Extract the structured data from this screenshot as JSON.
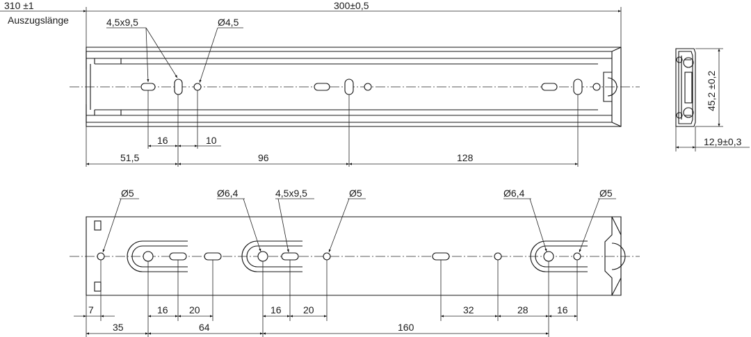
{
  "drawing": {
    "extension_value": "310 ±1",
    "extension_label": "Auszugslänge",
    "length": "300±0,5",
    "top_callouts": {
      "slot": "4,5x9,5",
      "hole": "Ø4,5"
    },
    "top_dims": {
      "d16": "16",
      "d10": "10",
      "d51": "51,5",
      "d96": "96",
      "d128": "128"
    },
    "side_dims": {
      "height": "45,2 ±0,2",
      "width": "12,9±0,3"
    },
    "bottom_callouts": {
      "c1": "Ø5",
      "c2": "Ø6,4",
      "c3": "4,5x9,5",
      "c4": "Ø5",
      "c5": "Ø6,4",
      "c6": "Ø5"
    },
    "bottom_dims": {
      "d7": "7",
      "d16a": "16",
      "d20a": "20",
      "d16b": "16",
      "d20b": "20",
      "d32": "32",
      "d28": "28",
      "d16c": "16",
      "d35": "35",
      "d64": "64",
      "d160": "160"
    }
  }
}
